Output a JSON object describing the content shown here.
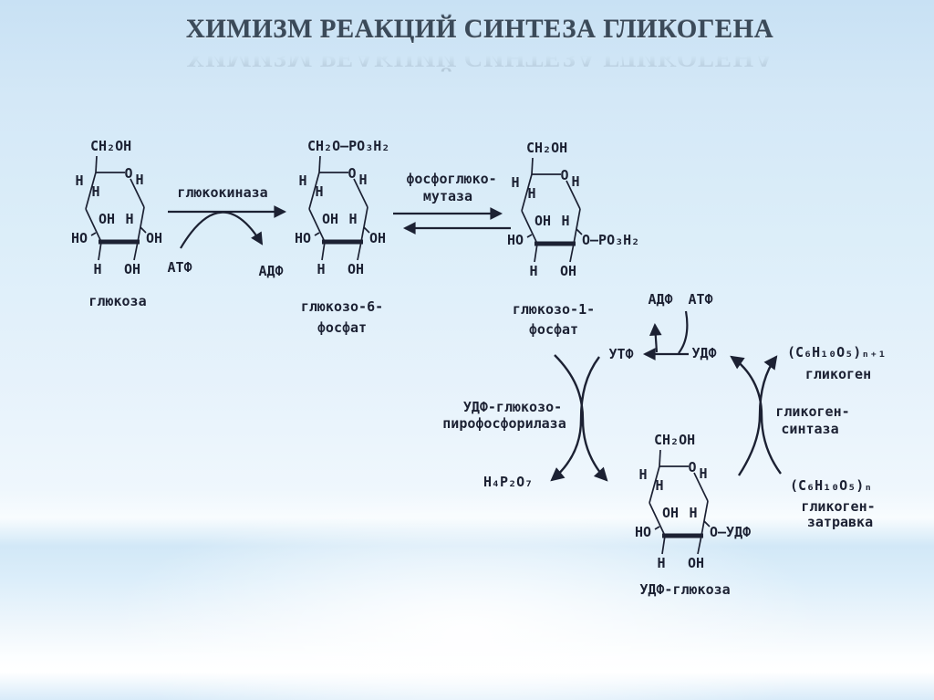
{
  "title": "ХИМИЗМ РЕАКЦИЙ СИНТЕЗА ГЛИКОГЕНА",
  "colors": {
    "ink": "#1c2133",
    "title": "#3b4a59",
    "background_top": "#c8e1f4"
  },
  "ring": {
    "h": "H",
    "o": "O",
    "oh": "OH",
    "ho": "HO"
  },
  "structures": {
    "glucose": {
      "top": "CH₂OH",
      "c1": "OH",
      "caption": "глюкоза"
    },
    "g6p": {
      "top": "CH₂O–PO₃H₂",
      "c1": "OH",
      "caption1": "глюкозо-6-",
      "caption2": "фосфат"
    },
    "g1p": {
      "top": "CH₂OH",
      "c1": "O–PO₃H₂",
      "caption1": "глюкозо-1-",
      "caption2": "фосфат"
    },
    "udp_glucose": {
      "top": "CH₂OH",
      "c1": "O–УДФ",
      "caption": "УДФ-глюкоза"
    }
  },
  "enzymes": {
    "glucokinase": "глюкокиназа",
    "phosphoglucomutase_line1": "фосфоглюко-",
    "phosphoglucomutase_line2": "мутаза",
    "udp_glucose_pyrophosphorylase_line1": "УДФ-глюкозо-",
    "udp_glucose_pyrophosphorylase_line2": "пирофосфорилаза",
    "glycogen_synthase_line1": "гликоген-",
    "glycogen_synthase_line2": "синтаза"
  },
  "metabolites": {
    "atp": "АТФ",
    "adp": "АДФ",
    "utp": "УТФ",
    "udp": "УДФ",
    "pyrophosphate": "H₄P₂O₇",
    "glycogen_n_plus_1": "(C₆H₁₀O₅)ₙ₊₁",
    "glycogen_n_plus_1_label": "гликоген",
    "glycogen_n": "(C₆H₁₀O₅)ₙ",
    "glycogen_n_label1": "гликоген-",
    "glycogen_n_label2": "затравка"
  }
}
